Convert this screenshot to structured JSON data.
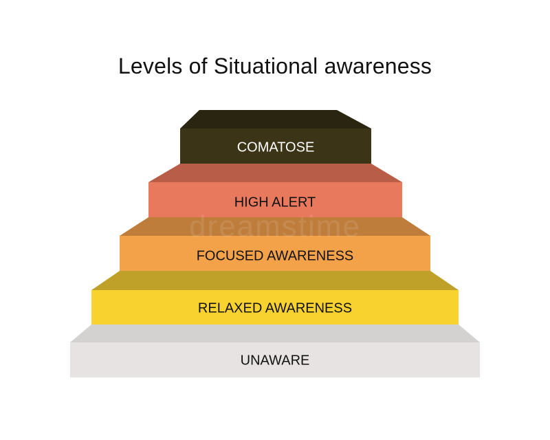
{
  "title": "Levels of Situational awareness",
  "watermark": "dreamstime",
  "levels": [
    {
      "label": "COMATOSE",
      "front": "#3b3416",
      "top": "#2a2510",
      "text": "#ffffff"
    },
    {
      "label": "HIGH ALERT",
      "front": "#e9795d",
      "top": "#b85e48",
      "text": "#111111"
    },
    {
      "label": "FOCUSED AWARENESS",
      "front": "#f4a24a",
      "top": "#bf7d3c",
      "text": "#111111"
    },
    {
      "label": "RELAXED AWARENESS",
      "front": "#f8d22f",
      "top": "#bfa12a",
      "text": "#111111"
    },
    {
      "label": "UNAWARE",
      "front": "#e6e3e2",
      "top": "#d4d2d1",
      "text": "#111111"
    }
  ]
}
